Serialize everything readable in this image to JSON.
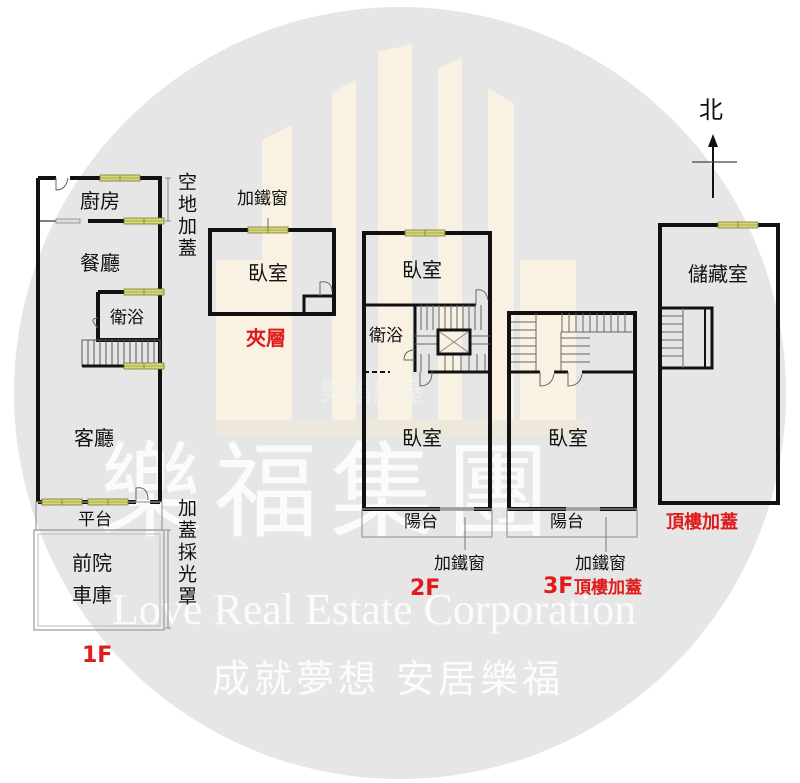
{
  "watermark": {
    "company_name": "樂福集團",
    "english_name": "Love Real Estate Corporation",
    "slogan": "成就夢想 安居樂福",
    "logo_text": "樂福房屋",
    "circle_color": "#e6e6e6",
    "building_color": "#fbf3e3"
  },
  "compass": {
    "label": "北"
  },
  "floors": [
    {
      "id": "1F",
      "label": "1F",
      "rooms": [
        "廚房",
        "餐廳",
        "衛浴",
        "客廳",
        "平台",
        "前院",
        "車庫"
      ],
      "annotations": [
        "空地加蓋",
        "加蓋採光罩"
      ]
    },
    {
      "id": "mezzanine",
      "label": "夾層",
      "rooms": [
        "臥室"
      ],
      "annotations": [
        "加鐵窗"
      ]
    },
    {
      "id": "2F",
      "label": "2F",
      "rooms": [
        "臥室",
        "衛浴",
        "臥室",
        "陽台"
      ],
      "annotations": [
        "加鐵窗"
      ]
    },
    {
      "id": "3F",
      "label": "3F",
      "label_suffix": "頂樓加蓋",
      "rooms": [
        "臥室",
        "陽台"
      ],
      "annotations": [
        "加鐵窗"
      ]
    },
    {
      "id": "rooftop",
      "label": "頂樓加蓋",
      "rooms": [
        "儲藏室"
      ],
      "annotations": []
    }
  ],
  "colors": {
    "wall": "#111111",
    "window": "#d8d77a",
    "floor_label": "#e01b1b",
    "thin_line": "#8a8a8a"
  }
}
